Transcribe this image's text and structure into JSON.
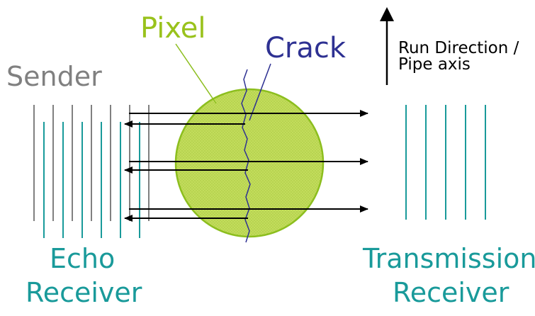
{
  "labels": {
    "pixel": "Pixel",
    "crack": "Crack",
    "sender": "Sender",
    "run_direction_line1": "Run Direction /",
    "run_direction_line2": "Pipe axis",
    "echo_line1": "Echo",
    "echo_line2": "Receiver",
    "transmission_line1": "Transmission",
    "transmission_line2": "Receiver"
  },
  "colors": {
    "pixel_label": "#99c21c",
    "pixel_fill": "#c2dc5c",
    "pixel_stroke": "#8cbe1e",
    "crack": "#2e3192",
    "sender": "#808080",
    "receiver": "#199a9a",
    "arrow": "#000000"
  },
  "counts": {
    "sender_lines": 7,
    "echo_lines": 6,
    "transmission_lines": 5,
    "beam_pairs": 3
  }
}
